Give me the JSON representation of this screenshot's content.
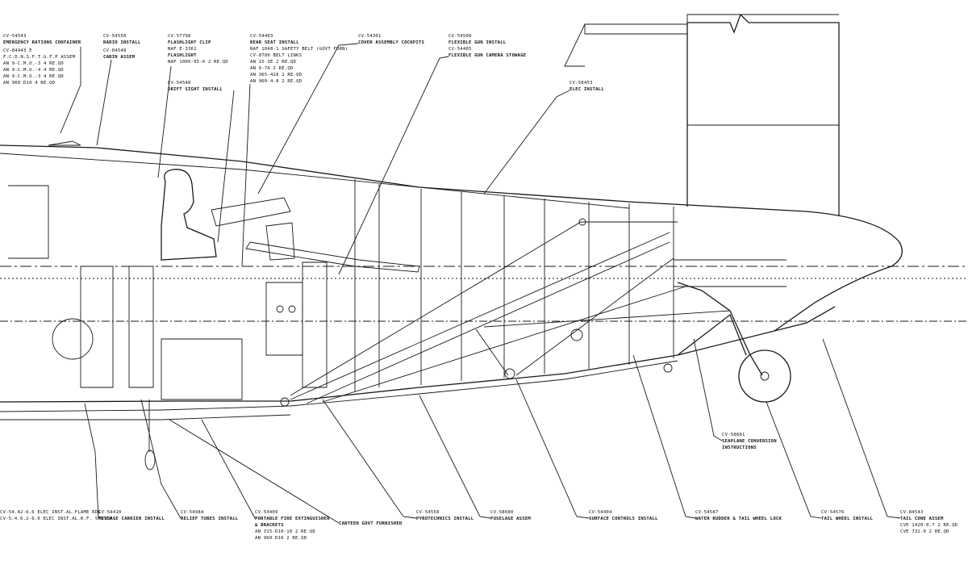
{
  "callouts": {
    "emergency": {
      "lines": [
        "CV-54543",
        "EMERGENCY RATIONS CONTAINER",
        "CV-84443 E",
        "F.C.D.N.S.F.T.G.F.P ASSEM",
        "AN 9-C.M.O.-3 4 RE.QD",
        "AN 9-C.M.O.-4 4 RE.QD",
        "AN 9-C.M.O.-3 4 RE.QD",
        "AN 960 D10 4 RE.QD"
      ]
    },
    "radio": {
      "lines": [
        "CV-54558",
        "RADIO INSTALL",
        "CV-84548",
        "CABIN ASSEM"
      ]
    },
    "flashlight": {
      "lines": [
        "CV-57798",
        "FLASHLIGHT CLIP",
        "NAF E-3361",
        "FLASHLIGHT",
        "NAF 1006-05-6 2 RE.QD"
      ]
    },
    "drift": {
      "lines": [
        "CV-54548",
        "DRIFT SIGHT INSTALL"
      ]
    },
    "seat": {
      "lines": [
        "CV-54403",
        "REAR SEAT INSTALL",
        "NAF 1048-1 SAFETY BELT (GOVT FURN)",
        "CV-8780 BELT LINKS",
        "AN 15-3E 2 RE.QD",
        "AN 6-7A 2 RE.QD",
        "AN 365-428 2 RE.QD",
        "AN 960-4-8 2 RE.QD"
      ]
    },
    "cover": {
      "lines": [
        "CV-54301",
        "COVER ASSEMBLY COCKPITS"
      ]
    },
    "flexgun": {
      "lines": [
        "CV-54508",
        "FLEXIBLE GUN INSTALL",
        "CV-54405",
        "FLEXIBLE GUN CAMERA STOWAGE"
      ]
    },
    "elec": {
      "lines": [
        "CV-58453",
        "ELEC INSTALL"
      ]
    },
    "seaplane": {
      "lines": [
        "CV-58601",
        "SEAPLANE CONVERSION",
        "INSTRUCTIONS"
      ]
    },
    "elecmisc": {
      "lines": [
        "CV-54.42-6.6 ELEC INST.AL.FLAME RDS",
        "CV-5.4.6.2-6.6 ELEC INST.AL.R.F. SYSTEM"
      ]
    },
    "message": {
      "lines": [
        "CV-54410",
        "MESSAGE CARRIER INSTALL"
      ]
    },
    "relief": {
      "lines": [
        "CV-54984",
        "RELIEF TUBES INSTALL"
      ]
    },
    "fire": {
      "lines": [
        "CV-54409",
        "PORTABLE FIRE EXTINGUISHER",
        "& BRACKETS",
        "AN 315-D10-10 2 RE.QD",
        "AN 960 D10 2 RE.QD"
      ]
    },
    "canteen": {
      "lines": [
        "CANTEEN GOVT FURNISHED"
      ]
    },
    "pyro": {
      "lines": [
        "CV-54558",
        "PYROTECHNICS INSTALL"
      ]
    },
    "fuselage": {
      "lines": [
        "CV-58680",
        "FUSELAGE ASSEM"
      ]
    },
    "surface": {
      "lines": [
        "CV-54404",
        "SURFACE CONTROLS INSTALL"
      ]
    },
    "rudder": {
      "lines": [
        "CV-54587",
        "WATER RUDDER & TAIL WHEEL LOCK"
      ]
    },
    "tailwheel": {
      "lines": [
        "CV-54576",
        "TAIL WHEEL INSTALL"
      ]
    },
    "tailcone": {
      "lines": [
        "CV-84543",
        "TAIL CONE ASSEM",
        "CVE 1420-0.7 2 RE.QD",
        "CVE 732-0 2 RE.QD"
      ]
    }
  }
}
